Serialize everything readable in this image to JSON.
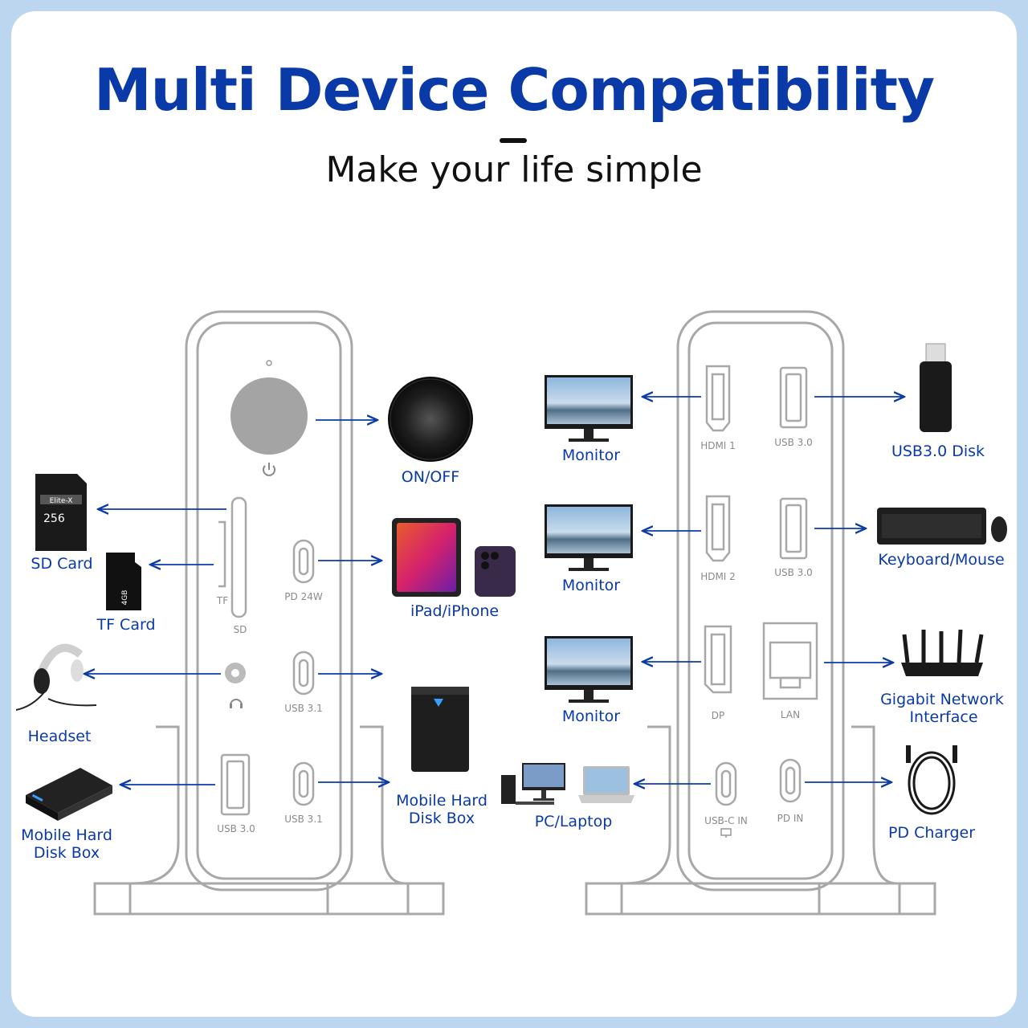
{
  "header": {
    "title": "Multi Device Compatibility",
    "subtitle": "Make your life simple"
  },
  "left_hub": {
    "ports": {
      "tf": "TF",
      "sd": "SD",
      "pd24w": "PD 24W",
      "usb31_top": "USB 3.1",
      "usb31_bottom": "USB 3.1",
      "usb30": "USB 3.0"
    },
    "devices": {
      "on_off": "ON/OFF",
      "ipad_iphone": "iPad/iPhone",
      "sd_card": "SD Card",
      "sd_card_brand": "Elite-X",
      "sd_card_capacity": "256",
      "tf_card": "TF Card",
      "tf_card_capacity": "4GB",
      "headset": "Headset",
      "mobile_hard_disk_right": [
        "Mobile Hard",
        "Disk Box"
      ],
      "mobile_hard_disk_left": [
        "Mobile Hard",
        "Disk Box"
      ]
    }
  },
  "right_hub": {
    "ports": {
      "hdmi1": "HDMI 1",
      "hdmi2": "HDMI 2",
      "dp": "DP",
      "usbc_in": "USB-C IN",
      "usb30_top": "USB 3.0",
      "usb30_mid": "USB 3.0",
      "lan": "LAN",
      "pd_in": "PD IN"
    },
    "devices": {
      "monitor1": "Monitor",
      "monitor2": "Monitor",
      "monitor3": "Monitor",
      "pc_laptop": "PC/Laptop",
      "usb_disk": "USB3.0 Disk",
      "keyboard_mouse": "Keyboard/Mouse",
      "network": [
        "Gigabit Network",
        "Interface"
      ],
      "pd_charger": "PD Charger"
    }
  },
  "colors": {
    "accent": "#0a3aa8",
    "outline": "#a8a8a8",
    "frame": "#bcd6ef"
  }
}
